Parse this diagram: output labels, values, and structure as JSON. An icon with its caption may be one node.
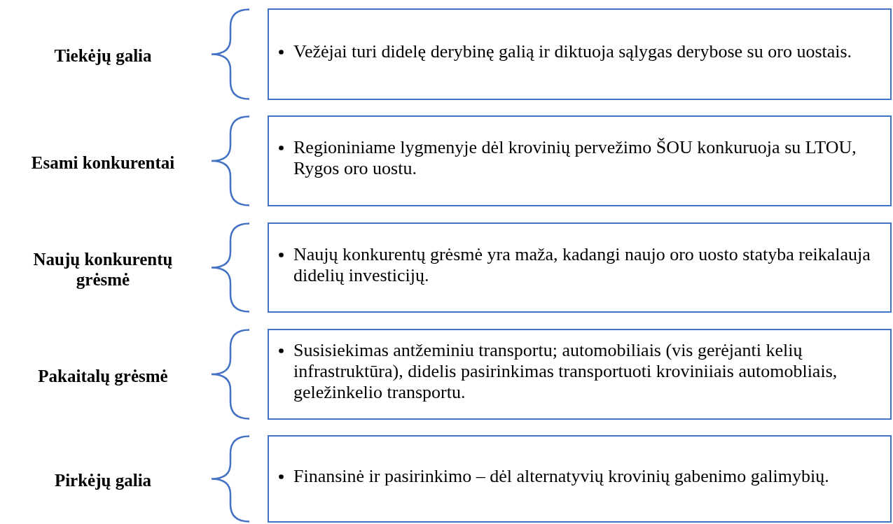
{
  "diagram": {
    "nodes": [
      {
        "text": [
          "Vežėjai turi didelę derybinę galią ir diktuoja sąlygas derybose su oro uostais."
        ]
      },
      {
        "text": [
          "Regioniniame lygmenyje dėl krovinių pervežimo ŠOU konkuruoja su LTOU, Rygos oro uostu."
        ]
      },
      {
        "text": [
          "Naujų konkurentų grėsmė yra maža, kadangi naujo oro uosto statyba reikalauja didelių investicijų."
        ]
      },
      {
        "text": [
          "Susisiekimas antžeminiu transportu; automobiliais (vis gerėjanti kelių infrastruktūra), didelis pasirinkimas transportuoti kroviniiais automobliais, geležinkelio transportu."
        ]
      },
      {
        "text": [
          "Finansinė ir pasirinkimo – dėl alternatyvių krovinių gabenimo galimybių."
        ]
      }
    ],
    "labels": [
      "Tiekėjų galia",
      "Esami konkurentai",
      "Naujų konkurentų grėsmė",
      "Pakaitalų grėsmė",
      "Pirkėjų galia"
    ]
  }
}
